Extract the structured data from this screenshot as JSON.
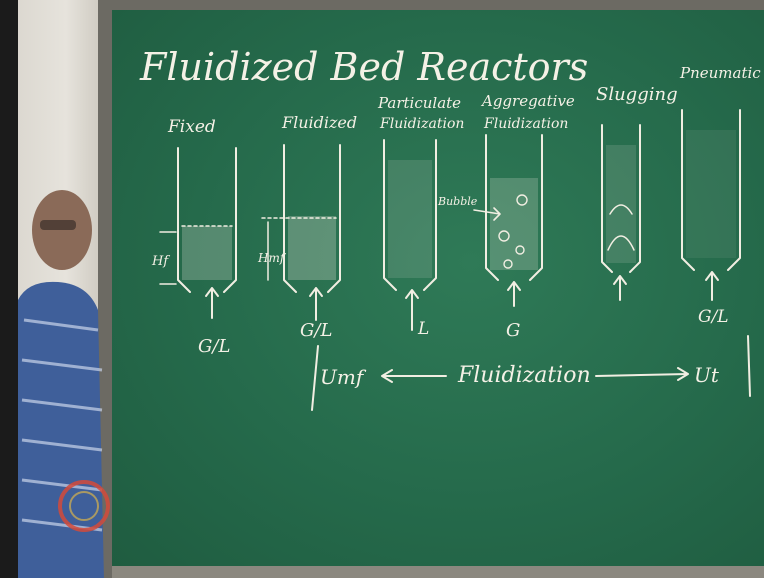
{
  "board": {
    "title": "Fluidized Bed Reactors",
    "regimes": {
      "fixed": "Fixed",
      "fluidized": "Fluidized",
      "particulate": "Particulate",
      "particulate_2": "Fluidization",
      "aggregative": "Aggregative",
      "aggregative_2": "Fluidization",
      "slugging": "Slugging",
      "pneumatic": "Pneumatic"
    },
    "bed_labels": {
      "h_f": "Hf",
      "h_mf": "Hmf",
      "bubble": "Bubble"
    },
    "flow_labels": {
      "fixed": "G/L",
      "fluidized": "G/L",
      "particulate": "L",
      "aggregative": "G",
      "pneumatic": "G/L"
    },
    "velocity_labels": {
      "u_mf": "Umf",
      "fluidization": "Fluidization",
      "u_t": "Ut"
    }
  },
  "colors": {
    "board_green": "#256a4b",
    "chalk": "#f4f1e6"
  }
}
